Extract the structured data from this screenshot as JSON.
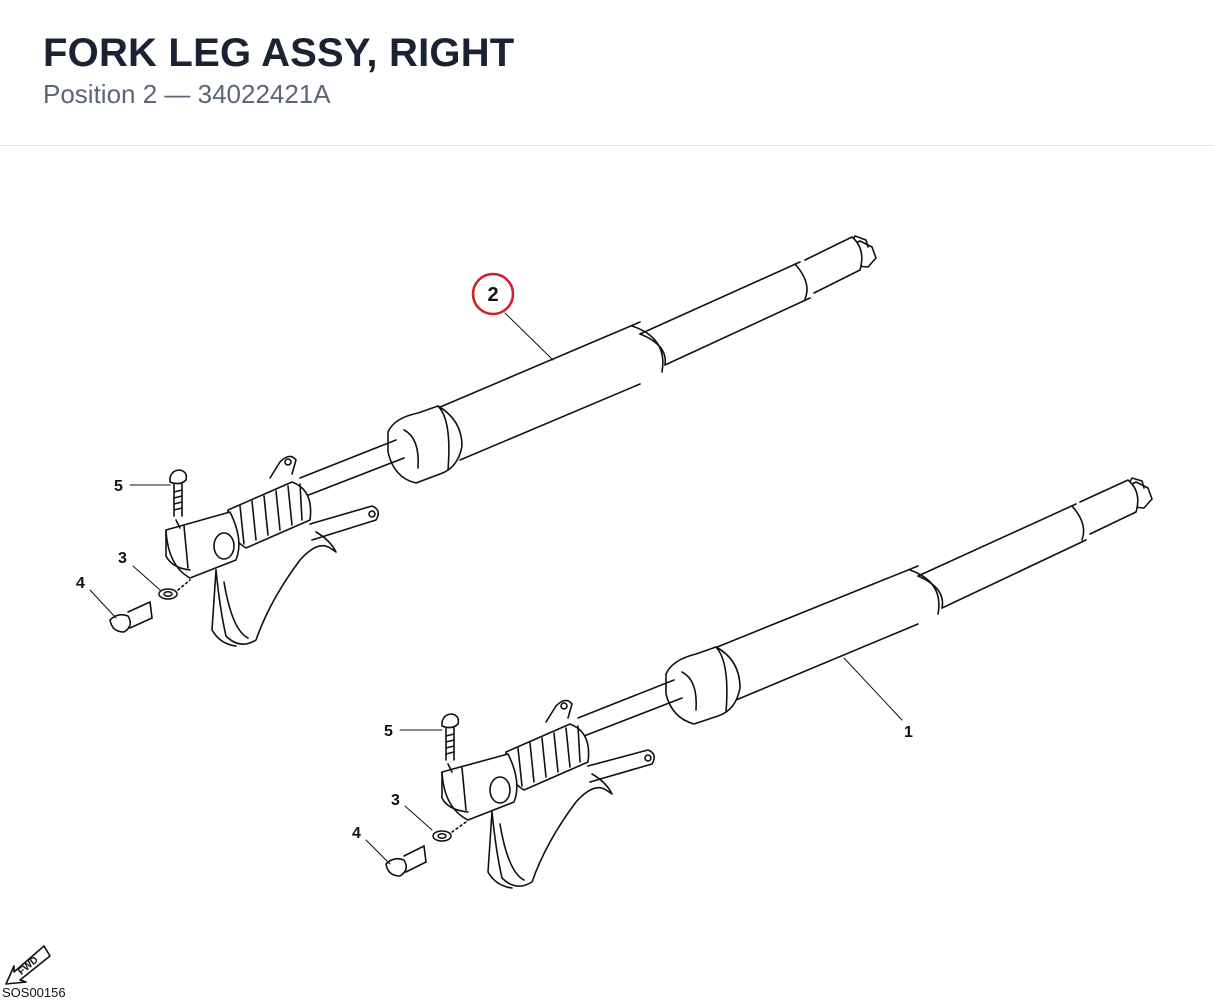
{
  "header": {
    "title": "FORK LEG ASSY, RIGHT",
    "subtitle": "Position 2 — 34022421A"
  },
  "diagram": {
    "callouts": {
      "highlighted": "2",
      "upper_5": "5",
      "upper_3": "3",
      "upper_4": "4",
      "lower_1": "1",
      "lower_5": "5",
      "lower_3": "3",
      "lower_4": "4"
    },
    "fwd_label": "FWD",
    "catalog_code": "SOS00156"
  },
  "colors": {
    "highlight": "#d0202e",
    "line": "#111111",
    "title": "#1b2233",
    "subtitle": "#5b6676"
  }
}
